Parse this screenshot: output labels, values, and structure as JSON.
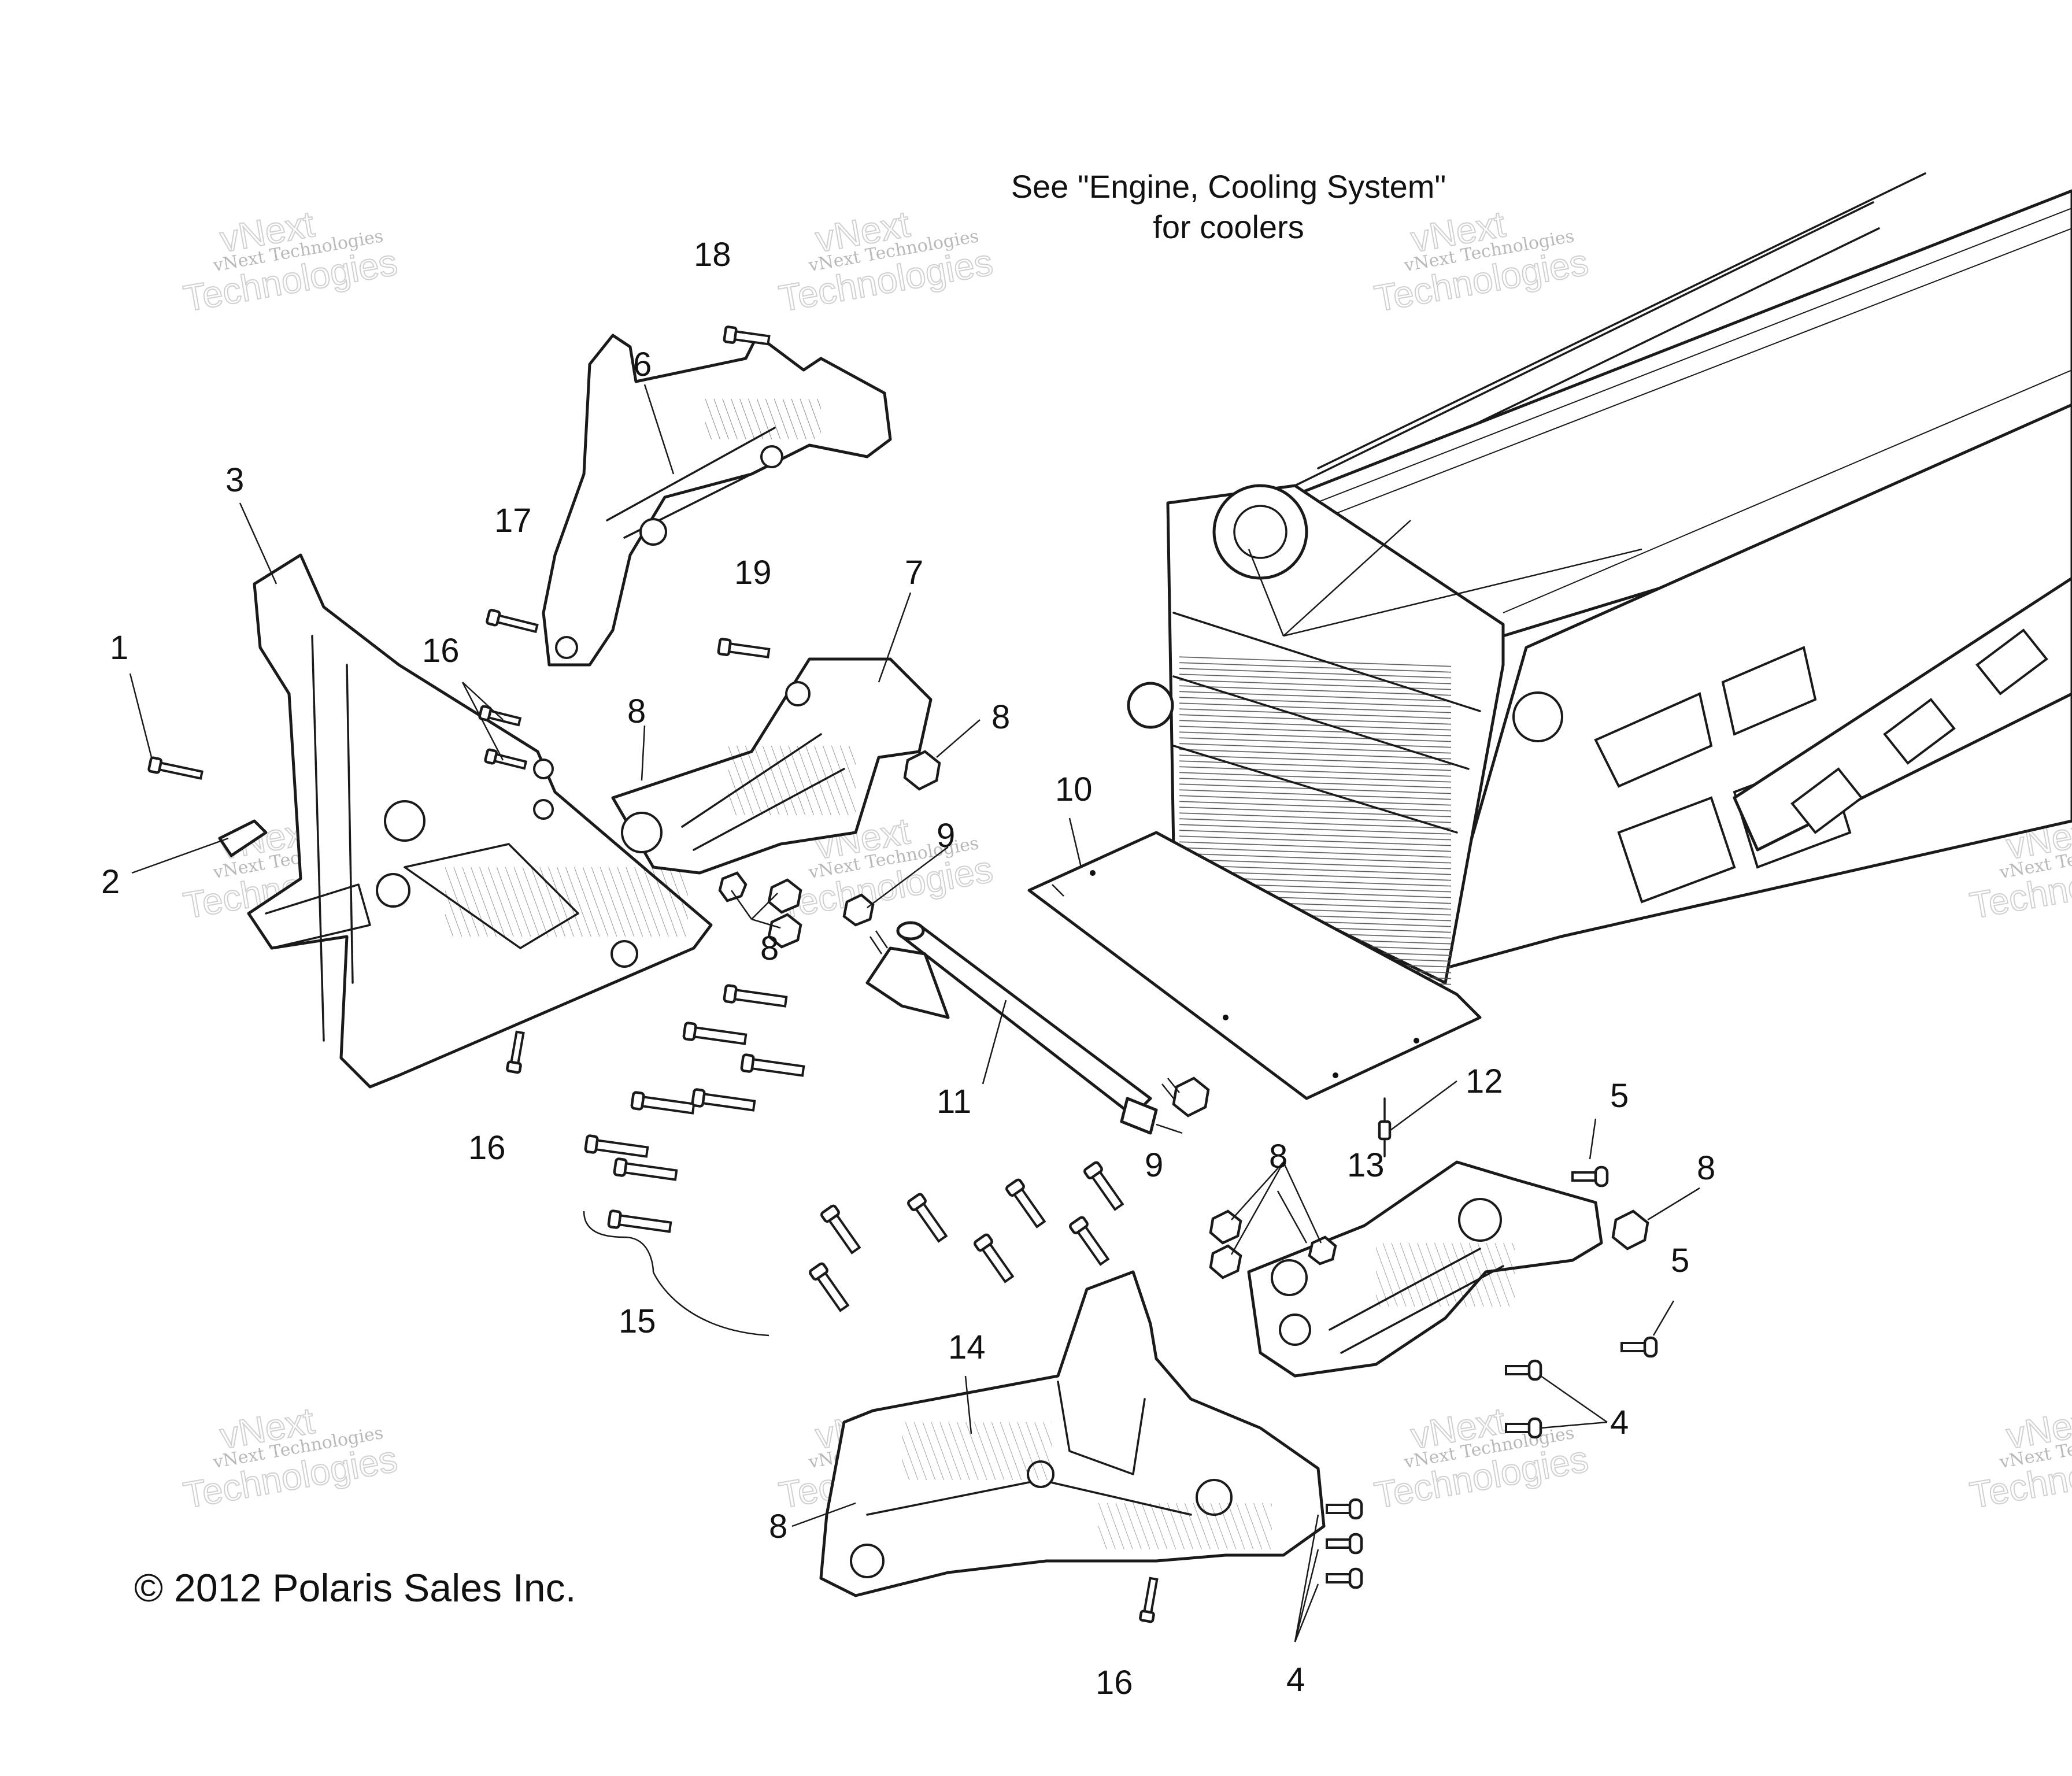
{
  "note": {
    "line1": "See \"Engine, Cooling System\"",
    "line2": "for coolers"
  },
  "copyright": "© 2012 Polaris Sales Inc.",
  "watermark": {
    "small": "vNext Technologies",
    "big_top": "vNext",
    "big_bottom": "Technologies"
  },
  "callouts": {
    "c1": "1",
    "c2": "2",
    "c3": "3",
    "c4a": "4",
    "c4b": "4",
    "c5a": "5",
    "c5b": "5",
    "c6": "6",
    "c7": "7",
    "c8a": "8",
    "c8b": "8",
    "c8c": "8",
    "c8d": "8",
    "c8e": "8",
    "c8f": "8",
    "c9a": "9",
    "c9b": "9",
    "c10": "10",
    "c11": "11",
    "c12": "12",
    "c13": "13",
    "c14": "14",
    "c15": "15",
    "c16a": "16",
    "c16b": "16",
    "c16c": "16",
    "c17": "17",
    "c18": "18",
    "c19": "19"
  }
}
